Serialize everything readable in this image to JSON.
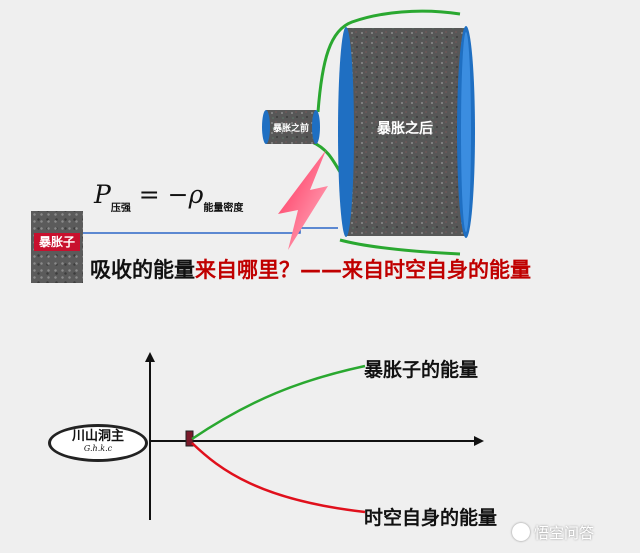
{
  "top_diagram": {
    "before_label": "暴胀之前",
    "after_label": "暴胀之后",
    "inflaton_label": "暴胀子",
    "formula": {
      "P": "P",
      "p_sub": "压强",
      "equals": " = −",
      "rho": "ρ",
      "rho_sub": "能量密度"
    },
    "question_black": "吸收的能量",
    "question_red": "来自哪里？——来自时空自身的能量"
  },
  "bottom_diagram": {
    "upper_curve_label": "暴胀子的能量",
    "lower_curve_label": "时空自身的能量"
  },
  "seal": {
    "title": "川山洞主",
    "subtitle": "G.h.k.c"
  },
  "watermark": "悟空问答",
  "colors": {
    "cylinder_blue": "#1f6fc2",
    "texture_gray": "#595959",
    "green_line": "#2aa830",
    "red_line": "#e0101c",
    "lightning": "#ff5f86",
    "connector_blue": "#2b66c7"
  }
}
